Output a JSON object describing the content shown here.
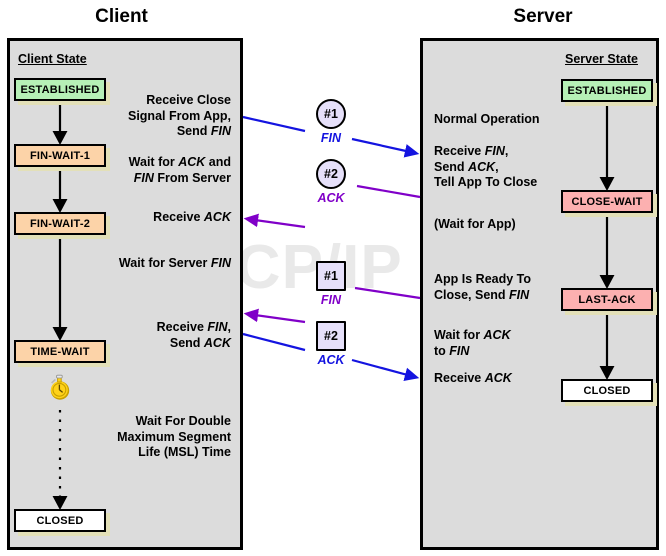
{
  "watermark": "The TCP/IP Guide",
  "columns": {
    "client_title": "Client",
    "server_title": "Server"
  },
  "client": {
    "state_heading": "Client State",
    "states": [
      {
        "label": "ESTABLISHED",
        "color": "#b6f0b6"
      },
      {
        "label": "FIN-WAIT-1",
        "color": "#fcd3a8"
      },
      {
        "label": "FIN-WAIT-2",
        "color": "#fcd3a8"
      },
      {
        "label": "TIME-WAIT",
        "color": "#fcd3a8"
      },
      {
        "label": "CLOSED",
        "color": "#ffffff"
      }
    ],
    "notes": [
      "Receive Close\nSignal From App,\nSend FIN",
      "Wait for ACK and\nFIN From Server",
      "Receive ACK",
      "Wait for Server FIN",
      "Receive FIN,\nSend ACK",
      "Wait For Double\nMaximum Segment\nLife (MSL) Time"
    ]
  },
  "server": {
    "state_heading": "Server State",
    "states": [
      {
        "label": "ESTABLISHED",
        "color": "#b6f0b6"
      },
      {
        "label": "CLOSE-WAIT",
        "color": "#fcb0b0"
      },
      {
        "label": "LAST-ACK",
        "color": "#fcb0b0"
      },
      {
        "label": "CLOSED",
        "color": "#ffffff"
      }
    ],
    "notes": [
      "Normal Operation",
      "Receive FIN,\nSend ACK,\nTell App To Close",
      "(Wait for App)",
      "App Is Ready To\nClose, Send FIN",
      "Wait for ACK\nto FIN",
      "Receive ACK"
    ]
  },
  "messages": [
    {
      "id": "#1",
      "label": "FIN",
      "shape": "circle",
      "color": "#1414e0",
      "direction": "client-to-server"
    },
    {
      "id": "#2",
      "label": "ACK",
      "shape": "circle",
      "color": "#8000c8",
      "direction": "server-to-client"
    },
    {
      "id": "#1",
      "label": "FIN",
      "shape": "square",
      "color": "#8000c8",
      "direction": "server-to-client"
    },
    {
      "id": "#2",
      "label": "ACK",
      "shape": "square",
      "color": "#1414e0",
      "direction": "client-to-server"
    }
  ],
  "colors": {
    "panel_bg": "#dcdcdc",
    "panel_border": "#000000",
    "blue": "#1414e0",
    "purple": "#8000c8",
    "established": "#b6f0b6",
    "fin_wait": "#fcd3a8",
    "close_wait": "#fcb0b0",
    "closed": "#ffffff",
    "shadow": "#e3e0b8",
    "marker_fill": "#e6e0fa",
    "watermark": "#e9e9e9"
  },
  "icons": {
    "timer": "stopwatch-icon"
  }
}
